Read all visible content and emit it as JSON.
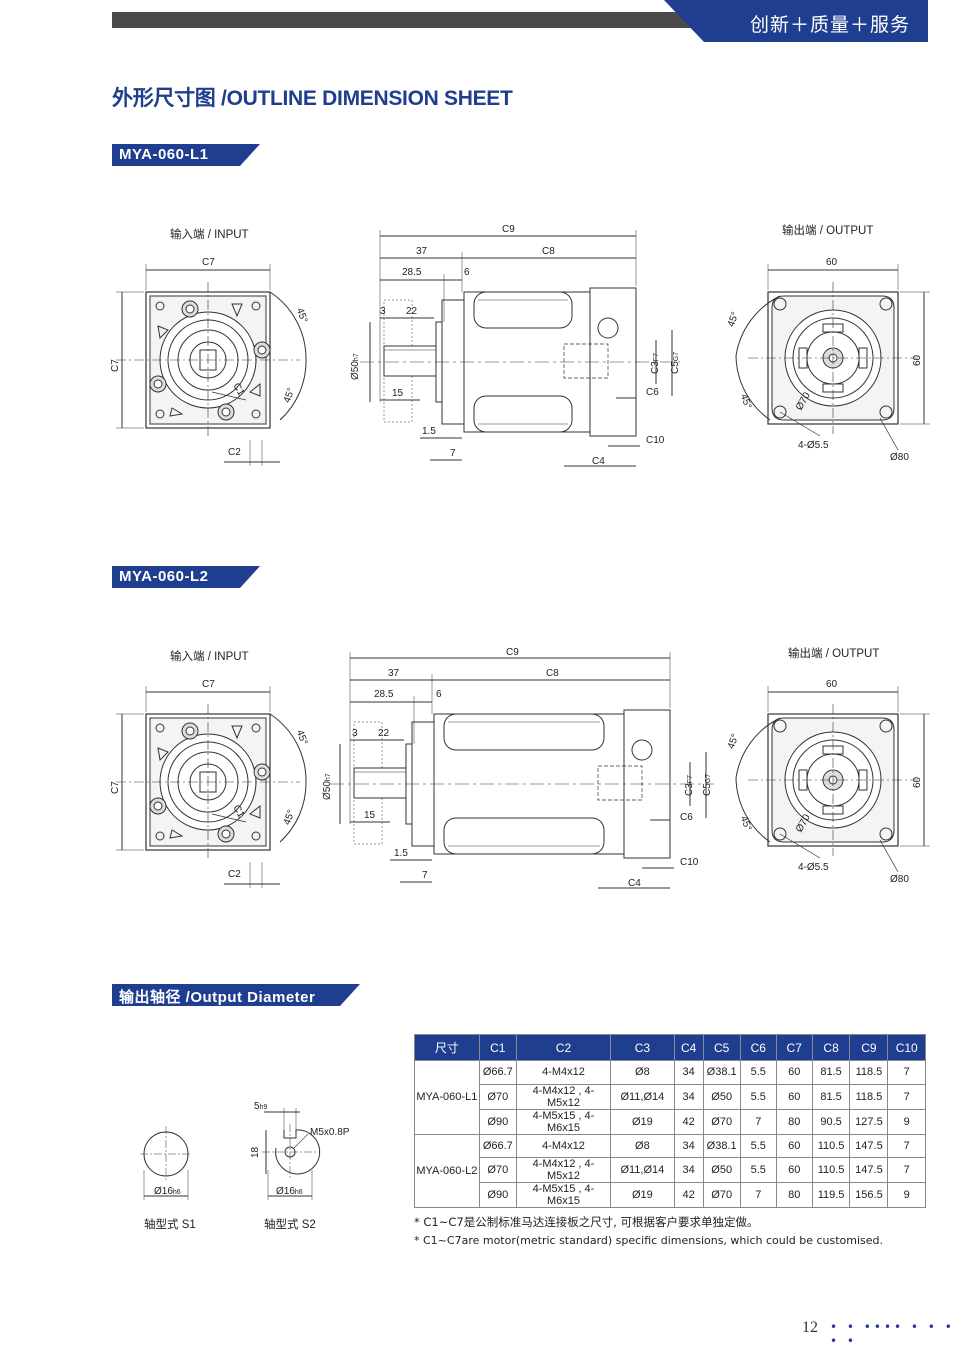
{
  "header": {
    "slogan": "创新＋质量＋服务"
  },
  "page_title": "外形尺寸图 /OUTLINE DIMENSION SHEET",
  "sections": {
    "l1_tag": "MYA-060-L1",
    "l2_tag": "MYA-060-L2",
    "output_tag": "输出轴径 /Output Diameter"
  },
  "view_labels": {
    "input": "输入端 / INPUT",
    "output": "输出端 / OUTPUT"
  },
  "dims": {
    "c1": "C1",
    "c2": "C2",
    "c3": "C3",
    "f7": "F7",
    "c4": "C4",
    "c5": "C5",
    "g7": "G7",
    "c6": "C6",
    "c7": "C7",
    "c8": "C8",
    "c9": "C9",
    "c10": "C10",
    "d37": "37",
    "d285": "28.5",
    "d6": "6",
    "d3": "3",
    "d22": "22",
    "d15": "15",
    "d15b": "1.5",
    "d7": "7",
    "phi50": "Ø50",
    "h7": "h7",
    "a45": "45°",
    "d60": "60",
    "phi70": "Ø70",
    "holes": "4-Ø5.5",
    "phi80": "Ø80"
  },
  "shaft": {
    "s1_caption": "轴型式 S1",
    "s2_caption": "轴型式 S2",
    "phi16": "Ø16",
    "h6": "h6",
    "key": "5",
    "h9": "h9",
    "h18": "18",
    "thread": "M5x0.8P"
  },
  "table": {
    "headers": [
      "尺寸",
      "C1",
      "C2",
      "C3",
      "C4",
      "C5",
      "C6",
      "C7",
      "C8",
      "C9",
      "C10"
    ],
    "groups": [
      {
        "model": "MYA-060-L1",
        "rows": [
          [
            "Ø66.7",
            "4-M4x12",
            "Ø8",
            "34",
            "Ø38.1",
            "5.5",
            "60",
            "81.5",
            "118.5",
            "7"
          ],
          [
            "Ø70",
            "4-M4x12 , 4-M5x12",
            "Ø11,Ø14",
            "34",
            "Ø50",
            "5.5",
            "60",
            "81.5",
            "118.5",
            "7"
          ],
          [
            "Ø90",
            "4-M5x15 , 4-M6x15",
            "Ø19",
            "42",
            "Ø70",
            "7",
            "80",
            "90.5",
            "127.5",
            "9"
          ]
        ]
      },
      {
        "model": "MYA-060-L2",
        "rows": [
          [
            "Ø66.7",
            "4-M4x12",
            "Ø8",
            "34",
            "Ø38.1",
            "5.5",
            "60",
            "110.5",
            "147.5",
            "7"
          ],
          [
            "Ø70",
            "4-M4x12 , 4-M5x12",
            "Ø11,Ø14",
            "34",
            "Ø50",
            "5.5",
            "60",
            "110.5",
            "147.5",
            "7"
          ],
          [
            "Ø90",
            "4-M5x15 , 4-M6x15",
            "Ø19",
            "42",
            "Ø70",
            "7",
            "80",
            "119.5",
            "156.5",
            "9"
          ]
        ]
      }
    ]
  },
  "notes": {
    "cn": "* C1~C7是公制标准马达连接板之尺寸, 可根据客户要求单独定做。",
    "en": "* C1~C7are motor(metric standard)  specific dimensions, which could be customised."
  },
  "footer": {
    "page_number": "12",
    "dots": "• • •••• • • • • •"
  },
  "colors": {
    "brand": "#1f3e8f",
    "bar": "#4a4a4a"
  }
}
